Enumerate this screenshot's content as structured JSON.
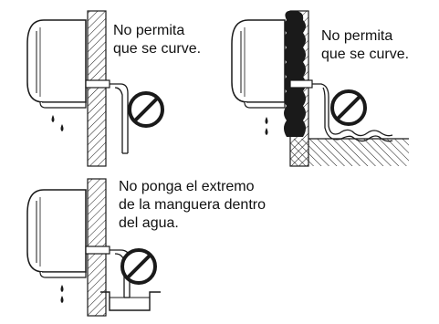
{
  "panels": [
    {
      "caption_lines": [
        "No permita",
        "que se curve."
      ]
    },
    {
      "caption_lines": [
        "No permita",
        "que se curve."
      ]
    },
    {
      "caption_lines": [
        "No ponga el extremo",
        "de la manguera dentro",
        "del agua."
      ]
    }
  ],
  "icons": {
    "prohibited": "prohibition-icon",
    "drip": "water-drop-icon",
    "unit": "air-conditioner-indoor-unit-icon"
  },
  "colors": {
    "line": "#1a1a1a",
    "background": "#ffffff",
    "fill": "#f2f2f2"
  }
}
